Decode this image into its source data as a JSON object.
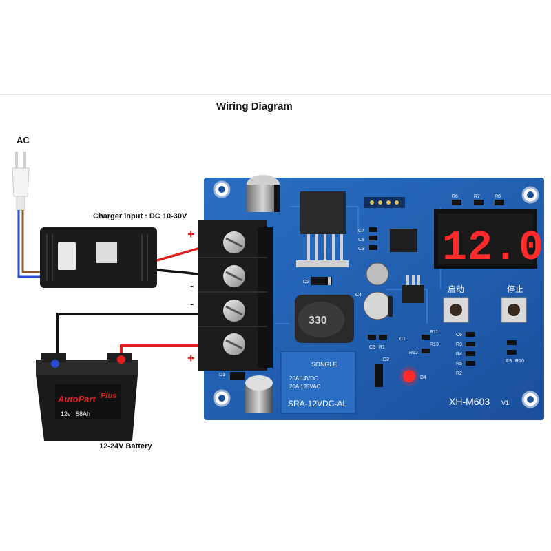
{
  "title": "Wiring Diagram",
  "labels": {
    "ac": "AC",
    "charger_input": "Charger input : DC 10-30V",
    "battery": "12-24V Battery"
  },
  "terminals": {
    "plus_top": "+",
    "minus_top": "-",
    "minus_bottom": "-",
    "plus_bottom": "+"
  },
  "board": {
    "model": "XH-M603",
    "version": "V1",
    "display_value": "12.0",
    "start_button": "启动",
    "stop_button": "停止",
    "inductor_code": "330",
    "relay_brand": "SONGLE",
    "relay_rating_1": "20A 14VDC",
    "relay_rating_2": "20A 125VAC",
    "relay_model": "SRA-12VDC-AL",
    "component_labels": [
      "R6",
      "R7",
      "R8",
      "C7",
      "C8",
      "C3",
      "D2",
      "C4",
      "C5",
      "R1",
      "C1",
      "R11",
      "R13",
      "R12",
      "D3",
      "D4",
      "D1",
      "C6",
      "R3",
      "R4",
      "R5",
      "R2",
      "R9",
      "R10"
    ]
  },
  "battery_label": {
    "brand": "AutoPart",
    "subbrand": "Plus",
    "spec_voltage": "12v",
    "spec_capacity": "58Ah"
  },
  "colors": {
    "board": "#1f5fb3",
    "wire_red": "#e02020",
    "wire_black": "#111111",
    "wire_blue": "#2a4bd0",
    "wire_brown": "#8a5a2b",
    "display_red": "#ff2a2a"
  }
}
